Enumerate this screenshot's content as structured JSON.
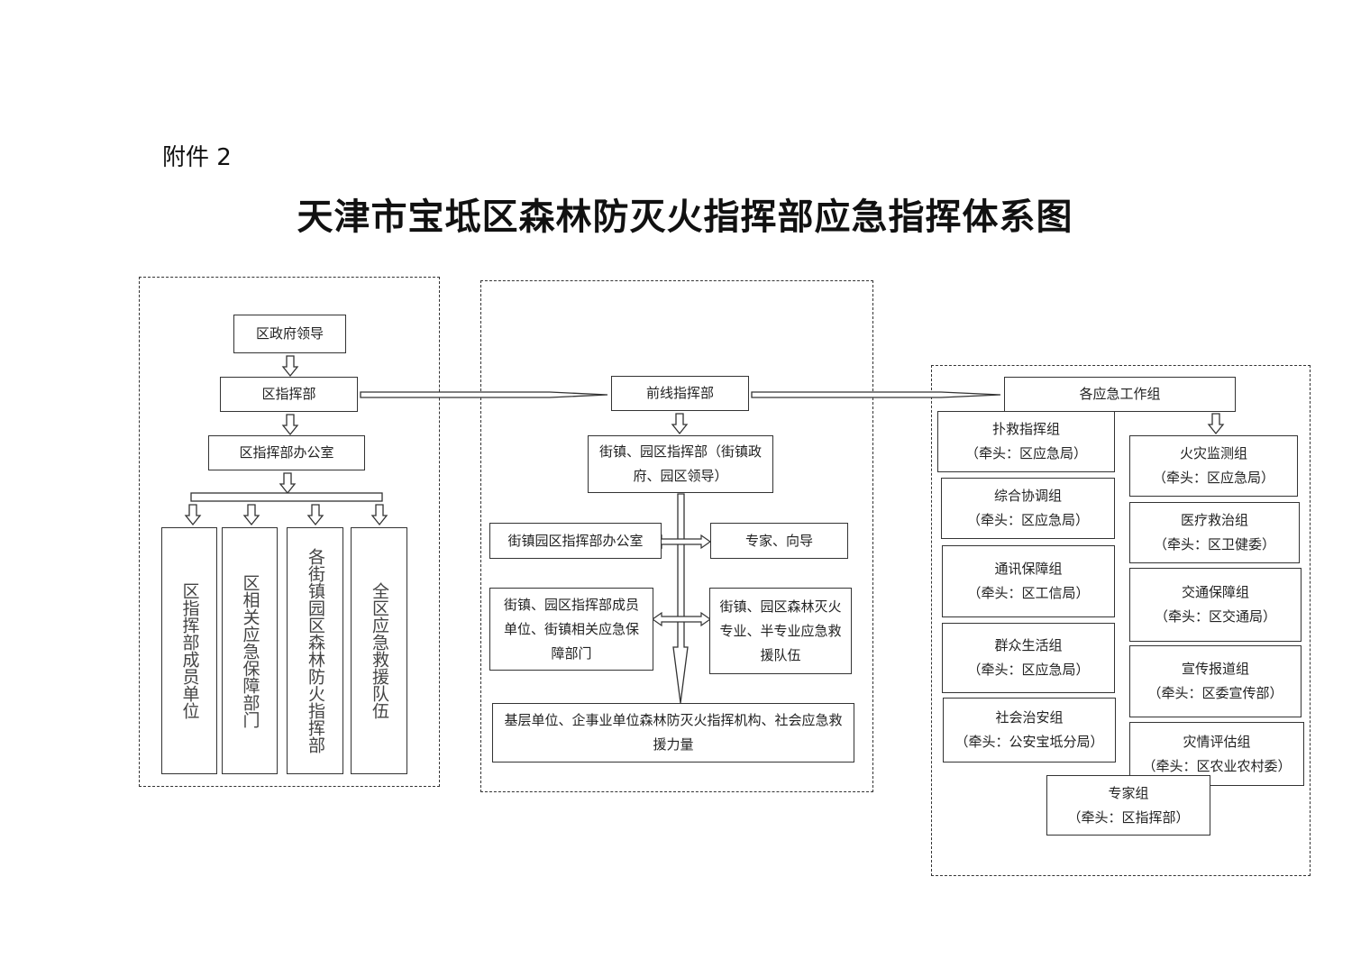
{
  "attachment": "附件 2",
  "title": "天津市宝坻区森林防灭火指挥部应急指挥体系图",
  "left": {
    "leader": "区政府领导",
    "hq": "区指挥部",
    "office": "区指挥部办公室",
    "cols": [
      "区指挥部成员单位",
      "区相关应急保障部门",
      "各街镇园区森林防火指挥部",
      "全区应急救援队伍"
    ]
  },
  "middle": {
    "front": "前线指挥部",
    "town_l1": "街镇、园区指挥部（街镇政",
    "town_l2": "府、园区领导）",
    "town_office": "街镇园区指挥部办公室",
    "experts": "专家、向导",
    "members_l1": "街镇、园区指挥部成员",
    "members_l2": "单位、街镇相关应急保",
    "members_l3": "障部门",
    "teams_l1": "街镇、园区森林灭火",
    "teams_l2": "专业、半专业应急救",
    "teams_l3": "援队伍",
    "base_l1": "基层单位、企事业单位森林防灭火指挥机构、社会应急救",
    "base_l2": "援力量"
  },
  "right": {
    "header": "各应急工作组",
    "groups": [
      {
        "name": "扑救指挥组",
        "lead": "（牵头：区应急局）"
      },
      {
        "name": "综合协调组",
        "lead": "（牵头：区应急局）"
      },
      {
        "name": "通讯保障组",
        "lead": "（牵头：区工信局）"
      },
      {
        "name": "群众生活组",
        "lead": "（牵头：区应急局）"
      },
      {
        "name": "社会治安组",
        "lead": "（牵头：公安宝坻分局）"
      },
      {
        "name": "火灾监测组",
        "lead": "（牵头：区应急局）"
      },
      {
        "name": "医疗救治组",
        "lead": "（牵头：区卫健委）"
      },
      {
        "name": "交通保障组",
        "lead": "（牵头：区交通局）"
      },
      {
        "name": "宣传报道组",
        "lead": "（牵头：区委宣传部）"
      },
      {
        "name": "灾情评估组",
        "lead": "（牵头：区农业农村委）"
      },
      {
        "name": "专家组",
        "lead": "（牵头：区指挥部）"
      }
    ]
  }
}
